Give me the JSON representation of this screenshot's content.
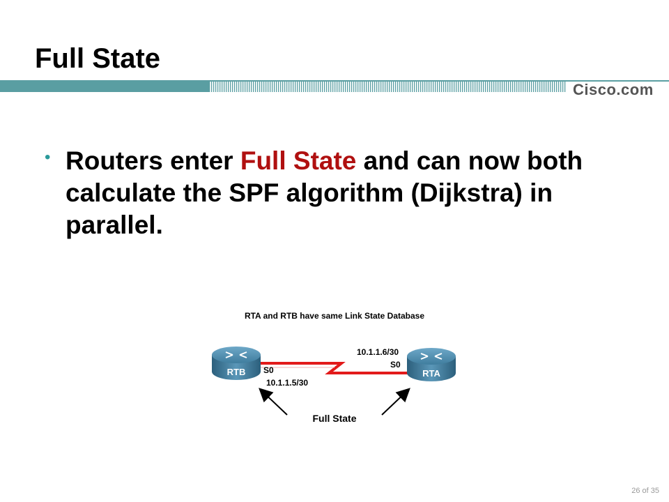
{
  "slide": {
    "title": "Full State",
    "brand": "Cisco.com",
    "page_number": "26 of 35"
  },
  "bullet": {
    "text_before": "Routers enter ",
    "highlight": "Full State",
    "text_after": " and can now both calculate the SPF algorithm (Dijkstra) in parallel."
  },
  "diagram": {
    "caption": "RTA and RTB have same Link State Database",
    "router_left": {
      "name": "RTB",
      "interface": "S0",
      "ip": "10.1.1.5/30"
    },
    "router_right": {
      "name": "RTA",
      "interface": "S0",
      "ip": "10.1.1.6/30"
    },
    "state_label": "Full State"
  },
  "colors": {
    "accent_red": "#b01010",
    "link_red": "#e21a1a",
    "header_teal": "#5a9ea2",
    "router_blue": "#3f7d9e"
  }
}
